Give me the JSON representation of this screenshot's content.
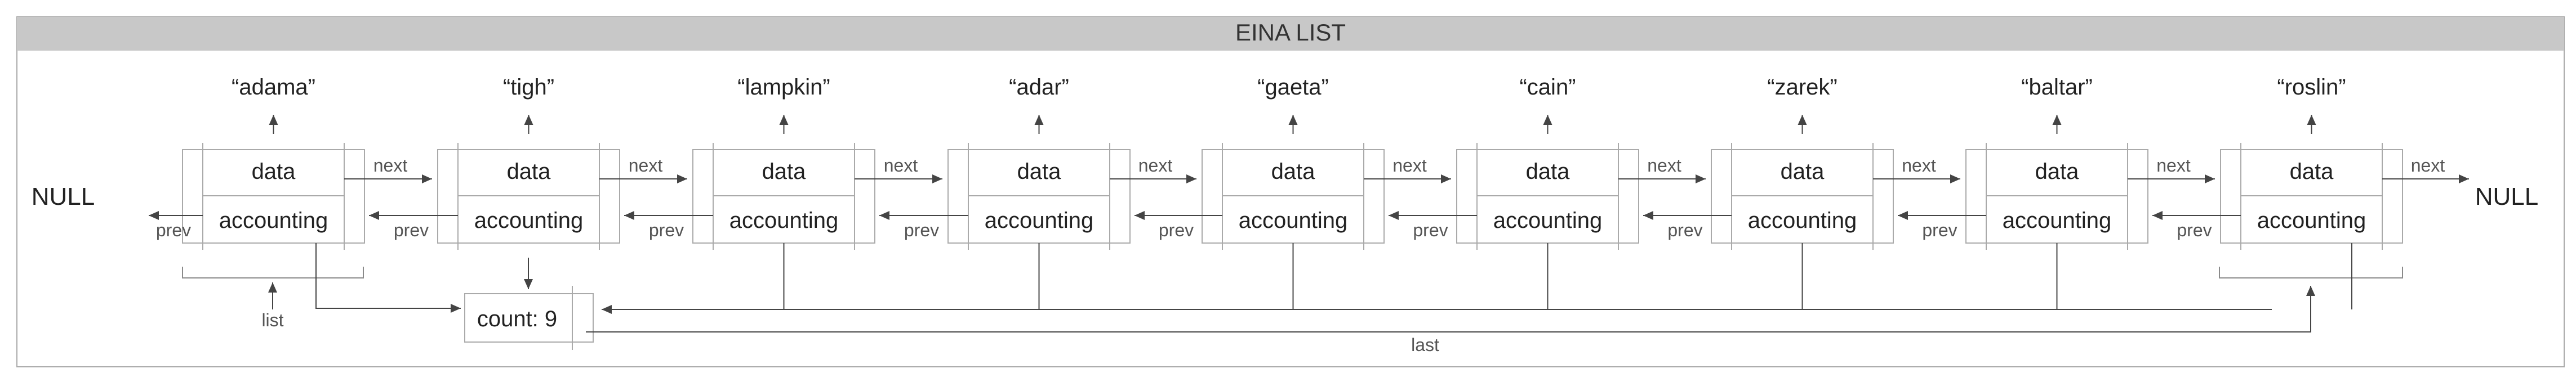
{
  "title": "EINA LIST",
  "null_left": "NULL",
  "null_right": "NULL",
  "field_data": "data",
  "field_accounting": "accounting",
  "link_next": "next",
  "link_prev": "prev",
  "list_label": "list",
  "last_label": "last",
  "count_text": "count: 9",
  "nodes": [
    "“adama”",
    "“tigh”",
    "“lampkin”",
    "“adar”",
    "“gaeta”",
    "“cain”",
    "“zarek”",
    "“baltar”",
    "“roslin”"
  ],
  "colors": {
    "header": "#c8c8c8",
    "line": "#8a8a8a",
    "border": "#aaaaaa",
    "text": "#222222"
  }
}
